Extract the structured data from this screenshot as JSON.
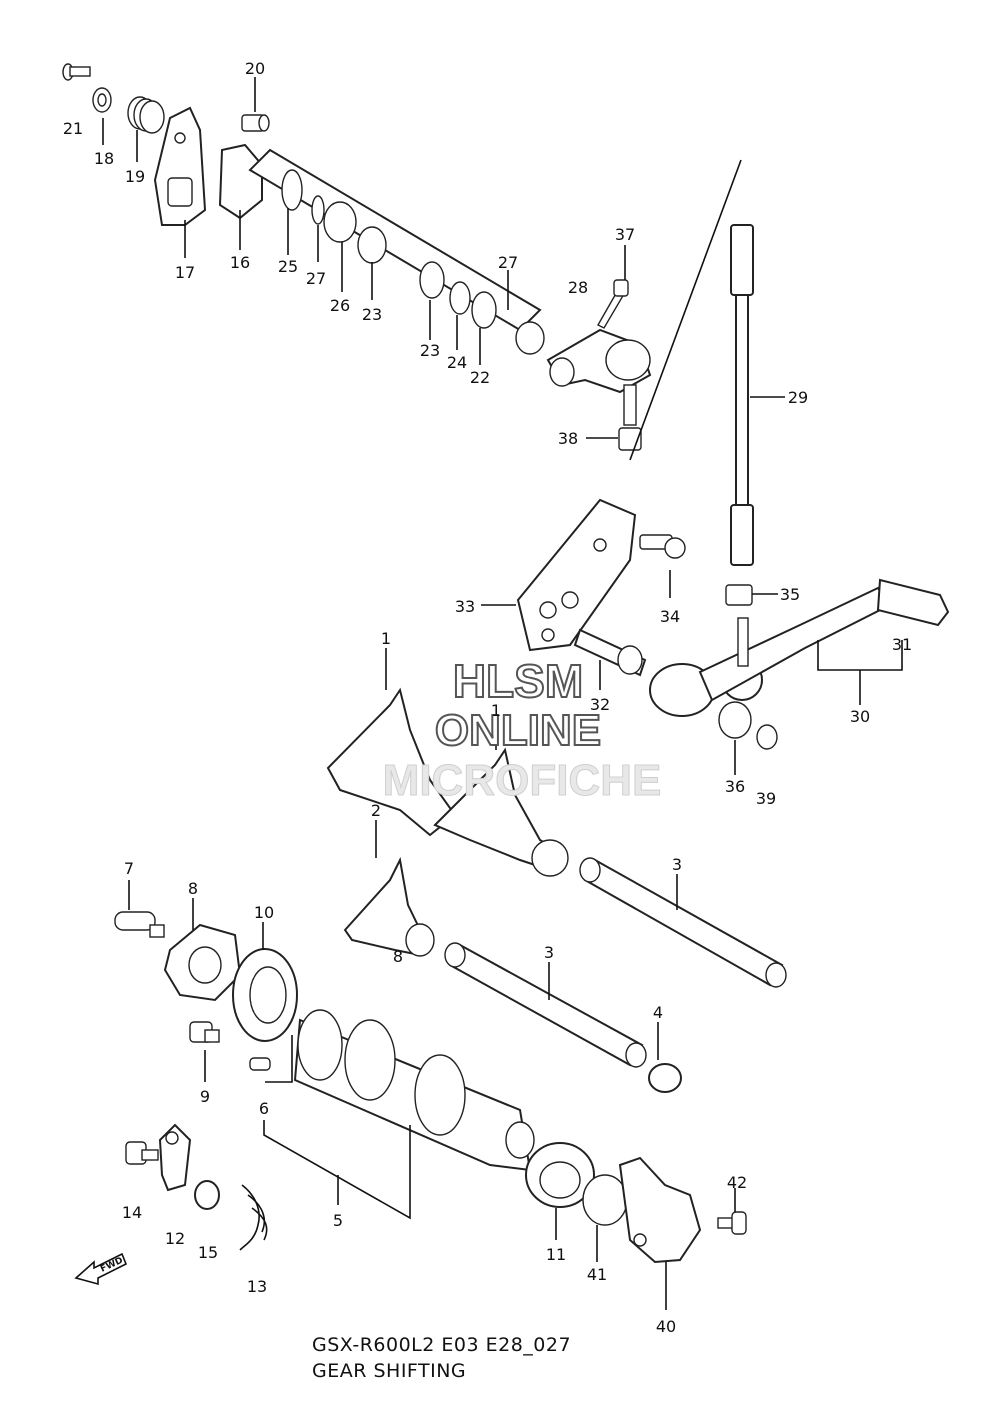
{
  "diagram": {
    "part_labels": [
      "1",
      "1",
      "2",
      "3",
      "3",
      "4",
      "5",
      "6",
      "7",
      "8",
      "8",
      "9",
      "10",
      "11",
      "12",
      "13",
      "14",
      "15",
      "16",
      "17",
      "18",
      "19",
      "20",
      "21",
      "22",
      "23",
      "23",
      "24",
      "25",
      "26",
      "27",
      "27",
      "28",
      "29",
      "30",
      "31",
      "32",
      "33",
      "34",
      "35",
      "36",
      "37",
      "38",
      "39",
      "40",
      "41",
      "42"
    ],
    "fwd_label": "FWD"
  },
  "watermark": {
    "line1": "HLSM",
    "line2": "ONLINE",
    "line3": "MICROFICHE"
  },
  "caption": {
    "code": "GSX-R600L2 E03 E28_027",
    "title": "GEAR SHIFTING"
  }
}
